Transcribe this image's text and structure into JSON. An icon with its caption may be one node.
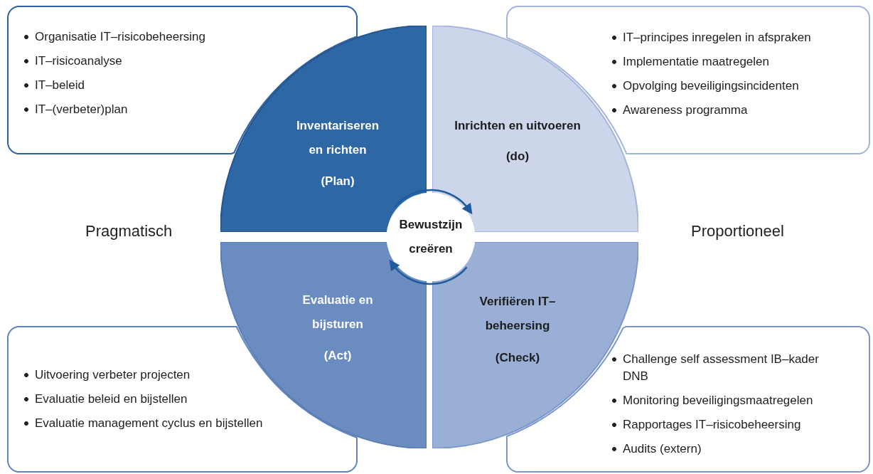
{
  "diagram": {
    "nodes": [
      {
        "text": [
          "Organisatie IT–risicobeheersing",
          "IT–risicoanalyse",
          "IT–beleid",
          "IT–(verbeter)plan"
        ]
      },
      {
        "text": [
          "IT–principes inregelen in afspraken",
          "Implementatie maatregelen",
          "Opvolging beveiligingsincidenten",
          "Awareness programma"
        ]
      },
      {
        "text": [
          "Inventariseren en richten",
          "(Plan)"
        ]
      },
      {
        "text": [
          "Inrichten en uitvoeren",
          "(do)"
        ]
      },
      {
        "text": [
          "Bewustzijn creëren"
        ]
      },
      {
        "text": [
          "Evaluatie en bijsturen",
          "(Act)"
        ]
      },
      {
        "text": [
          "Verifiëren IT–beheersing",
          "(Check)"
        ]
      },
      {
        "text": [
          "Uitvoering verbeter projecten",
          "Evaluatie beleid en bijstellen",
          "Evaluatie management cyclus en bijstellen"
        ]
      },
      {
        "text": [
          "Challenge self assessment IB–kader DNB",
          "Monitoring beveiligingsmaatregelen",
          "Rapportages IT–risicobeheersing",
          "Audits (extern)"
        ]
      }
    ],
    "edges": [
      {
        "from": 2,
        "to": 3,
        "arrow": "to"
      },
      {
        "from": 6,
        "to": 5,
        "arrow": "to"
      }
    ],
    "labels": [
      "Pragmatisch",
      "Proportioneel"
    ]
  }
}
